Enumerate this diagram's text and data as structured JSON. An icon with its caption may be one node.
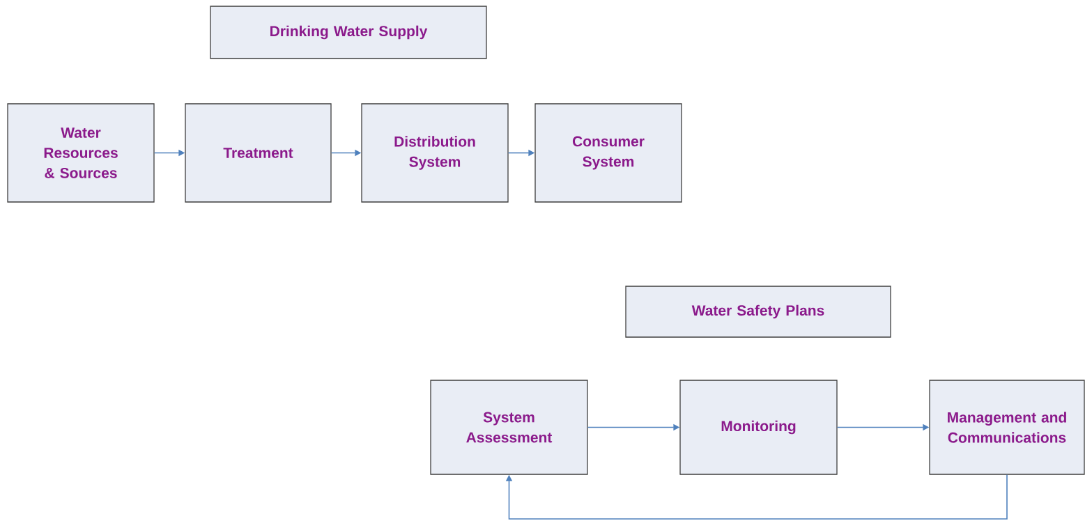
{
  "diagram": {
    "nodes": [
      {
        "text": [
          "Drinking Water Supply"
        ]
      },
      {
        "text": [
          "Water Resources & Sources"
        ]
      },
      {
        "text": [
          "Treatment"
        ]
      },
      {
        "text": [
          "Distribution System"
        ]
      },
      {
        "text": [
          "Consumer System"
        ]
      },
      {
        "text": [
          "Water Safety Plans"
        ]
      },
      {
        "text": [
          "System Assessment"
        ]
      },
      {
        "text": [
          "Monitoring"
        ]
      },
      {
        "text": [
          "Management and Communications"
        ]
      }
    ],
    "edges": [
      {
        "from": 1,
        "to": 2,
        "arrow": "to"
      },
      {
        "from": 2,
        "to": 3,
        "arrow": "to"
      },
      {
        "from": 3,
        "to": 4,
        "arrow": "to"
      },
      {
        "from": 6,
        "to": 7,
        "arrow": "to"
      },
      {
        "from": 7,
        "to": 8,
        "arrow": "to"
      },
      {
        "from": 8,
        "to": 6,
        "arrow": "to"
      }
    ]
  }
}
